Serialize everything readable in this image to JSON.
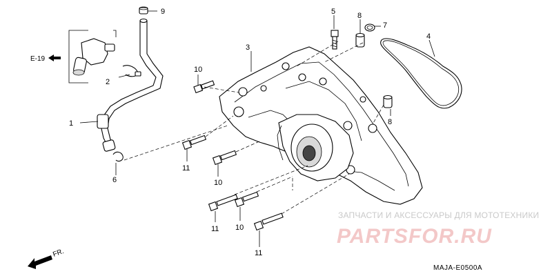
{
  "callouts": {
    "c1": "1",
    "c2": "2",
    "c3": "3",
    "c4": "4",
    "c5": "5",
    "c6": "6",
    "c7": "7",
    "c8a": "8",
    "c8b": "8",
    "c9": "9",
    "c10a": "10",
    "c10b": "10",
    "c10c": "10",
    "c11a": "11",
    "c11b": "11",
    "c11c": "11"
  },
  "reference": "E-19",
  "direction_label": "FR.",
  "diagram_code": "MAJA-E0500A",
  "watermark": {
    "line1": "ЗАПЧАСТИ И АКСЕССУАРЫ ДЛЯ МОТОТЕХНИКИ",
    "line2": "PARTSFOR.RU"
  }
}
